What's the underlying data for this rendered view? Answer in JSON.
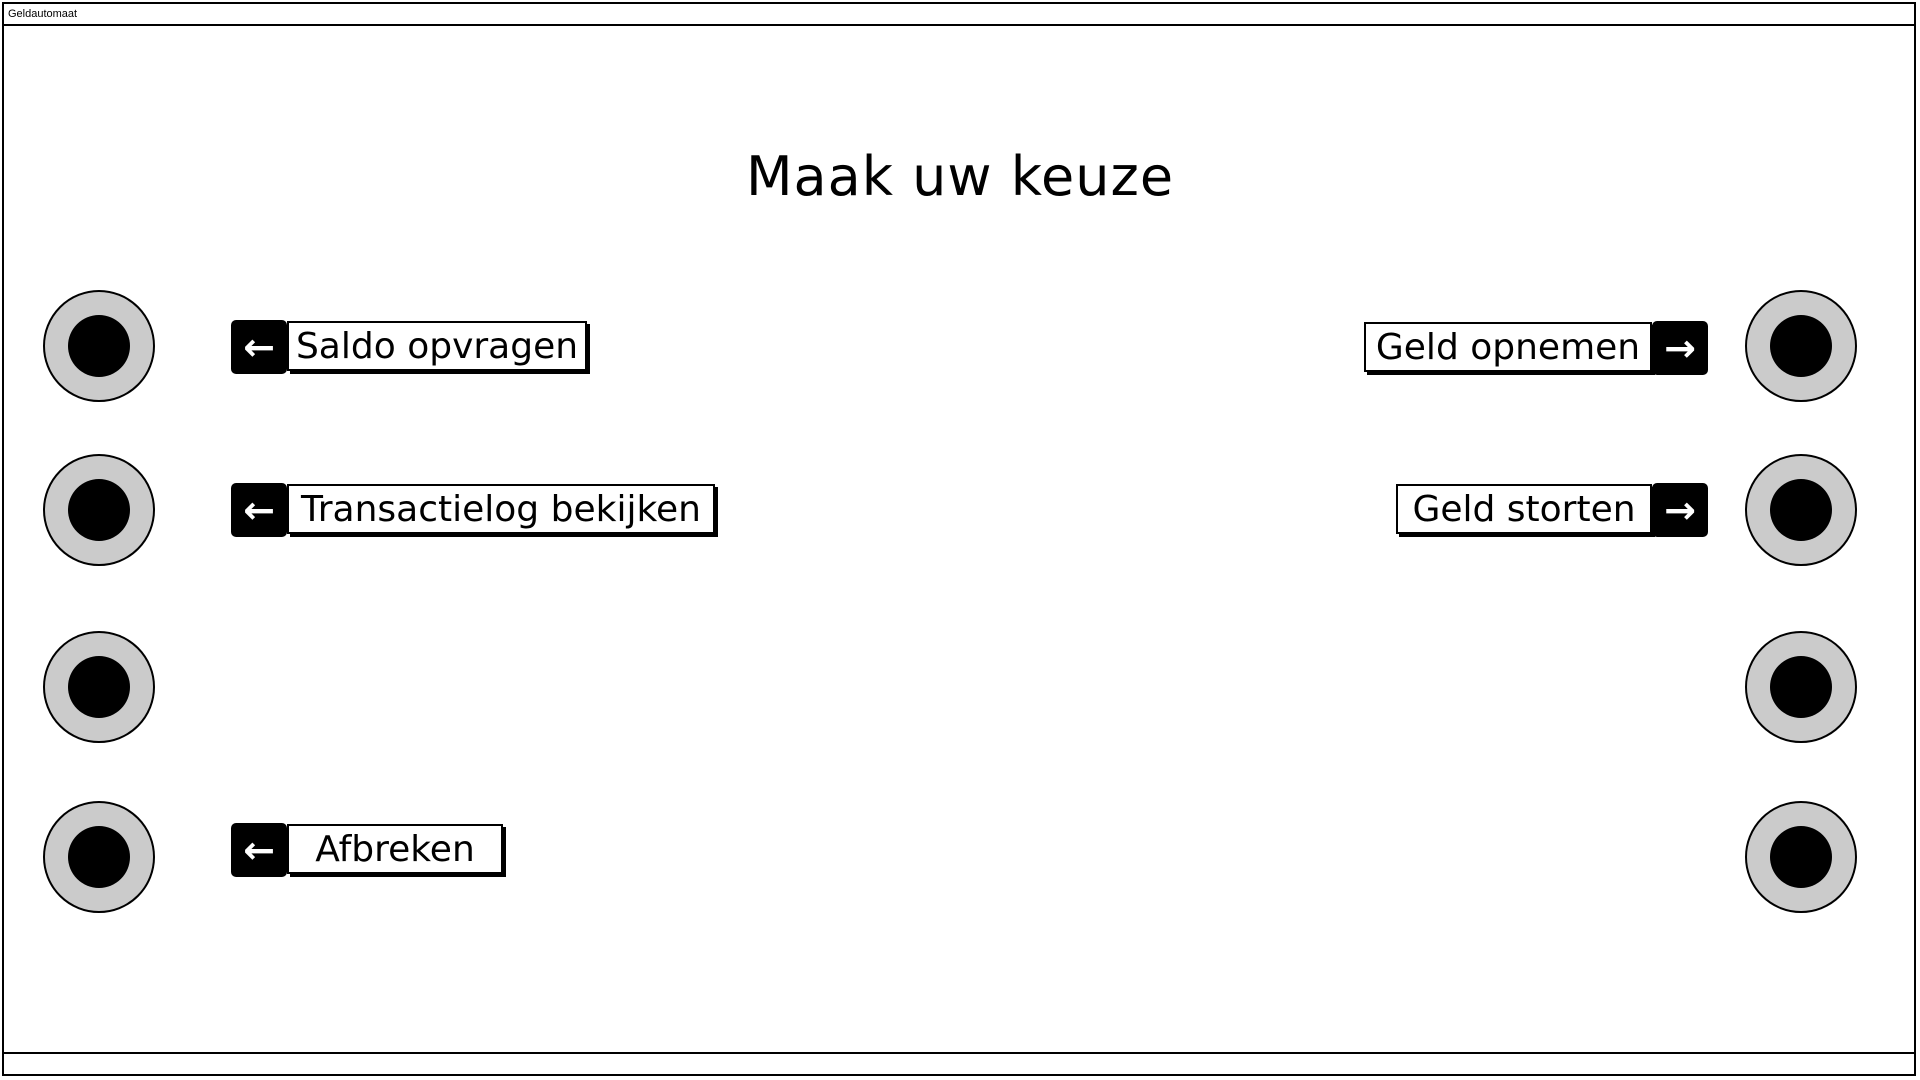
{
  "window": {
    "title": "Geldautomaat"
  },
  "screen": {
    "heading": "Maak uw keuze"
  },
  "options": {
    "left": [
      {
        "label": "Saldo opvragen",
        "arrow": "←"
      },
      {
        "label": "Transactielog bekijken",
        "arrow": "←"
      },
      {
        "label": "Afbreken",
        "arrow": "←"
      }
    ],
    "right": [
      {
        "label": "Geld opnemen",
        "arrow": "→"
      },
      {
        "label": "Geld storten",
        "arrow": "→"
      }
    ]
  },
  "icons": {
    "left_arrow": "arrow-left-icon",
    "right_arrow": "arrow-right-icon",
    "side_button": "hardware-button"
  }
}
